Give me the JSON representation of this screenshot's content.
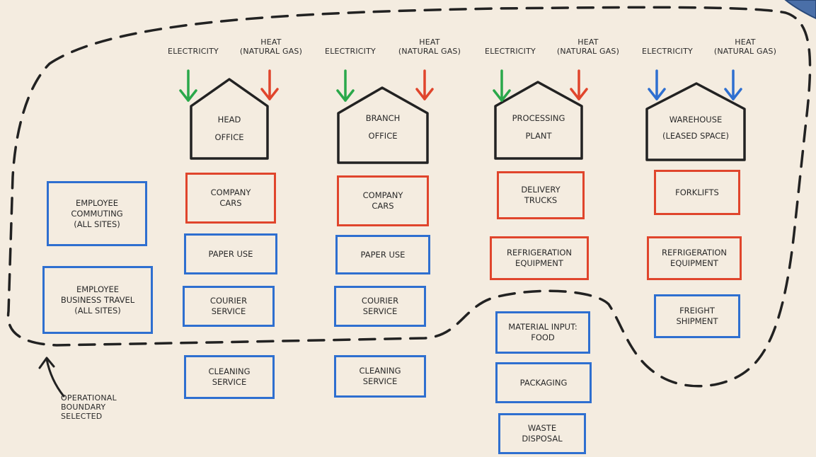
{
  "colors": {
    "scope1": "#e0452c",
    "scope2": "#2e6fd0",
    "electricity": "#2aa84a",
    "heat": "#e0452c",
    "boundary": "#222222"
  },
  "sites": [
    {
      "name_l1": "HEAD",
      "name_l2": "OFFICE",
      "electricity": "ELECTRICITY",
      "heat_l1": "HEAT",
      "heat_l2": "(NATURAL GAS)"
    },
    {
      "name_l1": "BRANCH",
      "name_l2": "OFFICE",
      "electricity": "ELECTRICITY",
      "heat_l1": "HEAT",
      "heat_l2": "(NATURAL GAS)"
    },
    {
      "name_l1": "PROCESSING",
      "name_l2": "PLANT",
      "electricity": "ELECTRICITY",
      "heat_l1": "HEAT",
      "heat_l2": "(NATURAL GAS)"
    },
    {
      "name_l1": "WAREHOUSE",
      "name_l2": "(LEASED SPACE)",
      "electricity": "ELECTRICITY",
      "heat_l1": "HEAT",
      "heat_l2": "(NATURAL GAS)"
    }
  ],
  "shared": {
    "commuting": [
      "EMPLOYEE",
      "COMMUTING",
      "(ALL SITES)"
    ],
    "travel": [
      "EMPLOYEE",
      "BUSINESS TRAVEL",
      "(ALL SITES)"
    ]
  },
  "head_office": {
    "company_cars": [
      "COMPANY",
      "CARS"
    ],
    "paper_use": [
      "PAPER USE"
    ],
    "courier": [
      "COURIER",
      "SERVICE"
    ],
    "cleaning": [
      "CLEANING",
      "SERVICE"
    ]
  },
  "branch_office": {
    "company_cars": [
      "COMPANY",
      "CARS"
    ],
    "paper_use": [
      "PAPER USE"
    ],
    "courier": [
      "COURIER",
      "SERVICE"
    ],
    "cleaning": [
      "CLEANING",
      "SERVICE"
    ]
  },
  "processing_plant": {
    "delivery": [
      "DELIVERY",
      "TRUCKS"
    ],
    "refrigeration": [
      "REFRIGERATION",
      "EQUIPMENT"
    ],
    "material": [
      "MATERIAL INPUT:",
      "FOOD"
    ],
    "packaging": [
      "PACKAGING"
    ],
    "waste": [
      "WASTE",
      "DISPOSAL"
    ]
  },
  "warehouse": {
    "forklifts": [
      "FORKLIFTS"
    ],
    "refrigeration": [
      "REFRIGERATION",
      "EQUIPMENT"
    ],
    "freight": [
      "FREIGHT",
      "SHIPMENT"
    ]
  },
  "boundary_note": [
    "OPERATIONAL",
    "BOUNDARY",
    "SELECTED"
  ]
}
